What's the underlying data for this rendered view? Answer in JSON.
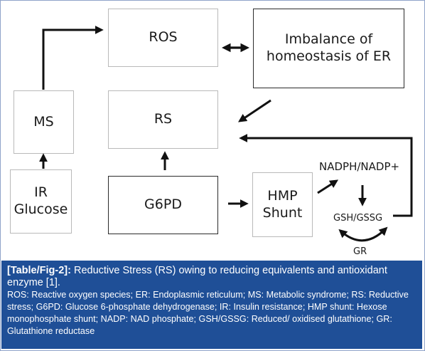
{
  "nodes": {
    "ros": "ROS",
    "imbalance_line1": "Imbalance of",
    "imbalance_line2": "homeostasis of ER",
    "ms": "MS",
    "rs": "RS",
    "ir_line1": "IR",
    "ir_line2": "Glucose",
    "g6pd": "G6PD",
    "hmp_line1": "HMP",
    "hmp_line2": "Shunt",
    "nadph": "NADPH/NADP+",
    "gsh": "GSH/GSSG",
    "gr": "GR"
  },
  "caption": {
    "tag": "[Table/Fig-2]:",
    "title": "Reductive Stress (RS) owing to reducing equivalents and antioxidant enzyme [1].",
    "body": "ROS: Reactive oxygen species; ER: Endoplasmic reticulum; MS: Metabolic syndrome; RS: Reductive stress; G6PD: Glucose 6-phosphate dehydrogenase; IR: Insulin resistance; HMP shunt: Hexose monophosphate shunt; NADP: NAD phosphate; GSH/GSSG: Reduced/ oxidised glutathione; GR: Glutathione reductase"
  },
  "colors": {
    "caption_background": "#1f4f97",
    "caption_text": "#ffffff",
    "arrow": "#111111"
  }
}
